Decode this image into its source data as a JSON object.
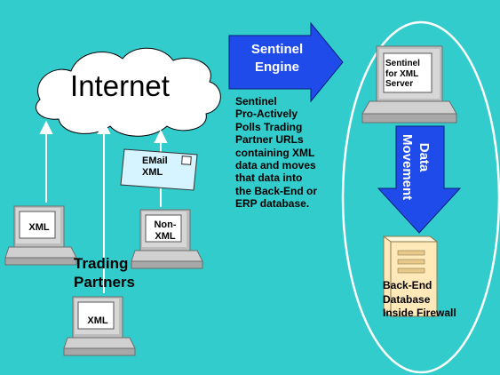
{
  "cloud": {
    "label": "Internet"
  },
  "engine_arrow": {
    "label_line1": "Sentinel",
    "label_line2": "Engine"
  },
  "description": {
    "lines": [
      "Sentinel",
      "Pro-Actively",
      "Polls Trading",
      "Partner URLs",
      "containing XML",
      "data and moves",
      "that data into",
      "the Back-End or",
      "ERP database."
    ]
  },
  "partners": {
    "label_line1": "Trading",
    "label_line2": "Partners",
    "monitor_left": "XML",
    "monitor_bottom": "XML",
    "monitor_right_line1": "Non-",
    "monitor_right_line2": "XML"
  },
  "email": {
    "line1": "EMail",
    "line2": "XML"
  },
  "server": {
    "line1": "Sentinel",
    "line2": "for XML",
    "line3": "Server"
  },
  "data_arrow": {
    "line1": "Data",
    "line2": "Movement"
  },
  "database": {
    "line1": "Back-End",
    "line2": "Database",
    "line3": "Inside Firewall"
  },
  "colors": {
    "background": "#33CCCC",
    "arrow": "#1E4BEA",
    "cloud": "#FFFFFF",
    "database": "#FFE9B8"
  }
}
